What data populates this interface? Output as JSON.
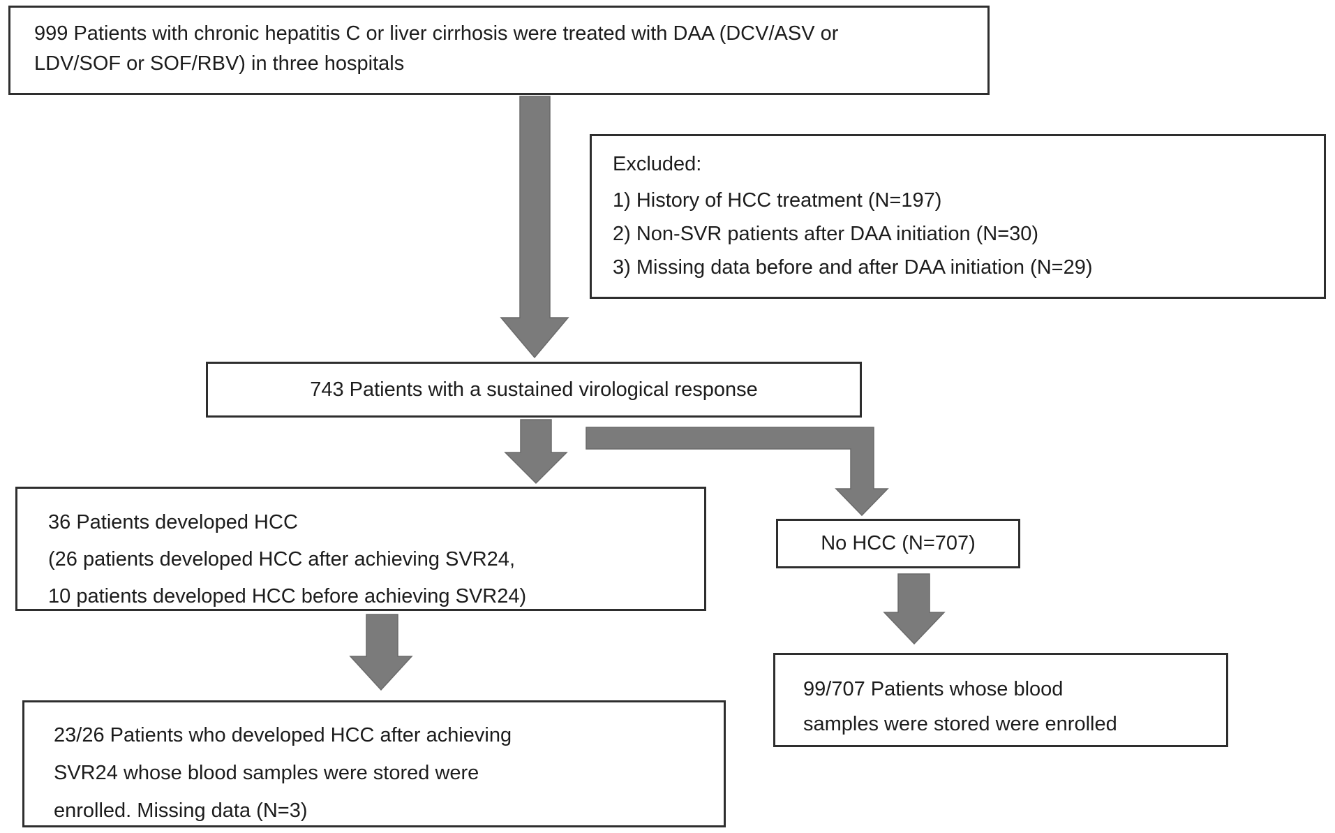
{
  "colors": {
    "arrow": "#7b7b7b",
    "border": "#2e2e2e",
    "text": "#1c1c1c",
    "background": "#ffffff"
  },
  "flowchart": {
    "top_box": {
      "lines": [
        "999 Patients with chronic hepatitis C or liver cirrhosis were treated with DAA (DCV/ASV or",
        "LDV/SOF or SOF/RBV) in three hospitals"
      ]
    },
    "excluded_box": {
      "title": "Excluded:",
      "items": [
        "1) History of HCC treatment (N=197)",
        "2) Non-SVR patients after DAA initiation (N=30)",
        "3) Missing data before and after DAA initiation (N=29)"
      ]
    },
    "svr_box": {
      "text": "743 Patients with a sustained virological response"
    },
    "hcc_box": {
      "lines": [
        "36 Patients developed HCC",
        "(26 patients developed HCC after achieving SVR24,",
        "10 patients developed HCC before achieving SVR24)"
      ]
    },
    "no_hcc_box": {
      "text": "No HCC (N=707)"
    },
    "enrolled_hcc_box": {
      "lines": [
        "23/26 Patients who developed HCC after achieving",
        "SVR24 whose blood samples were stored were",
        "enrolled. Missing data (N=3)"
      ]
    },
    "enrolled_no_hcc_box": {
      "lines": [
        "99/707 Patients whose blood",
        "samples were stored were enrolled"
      ]
    }
  }
}
